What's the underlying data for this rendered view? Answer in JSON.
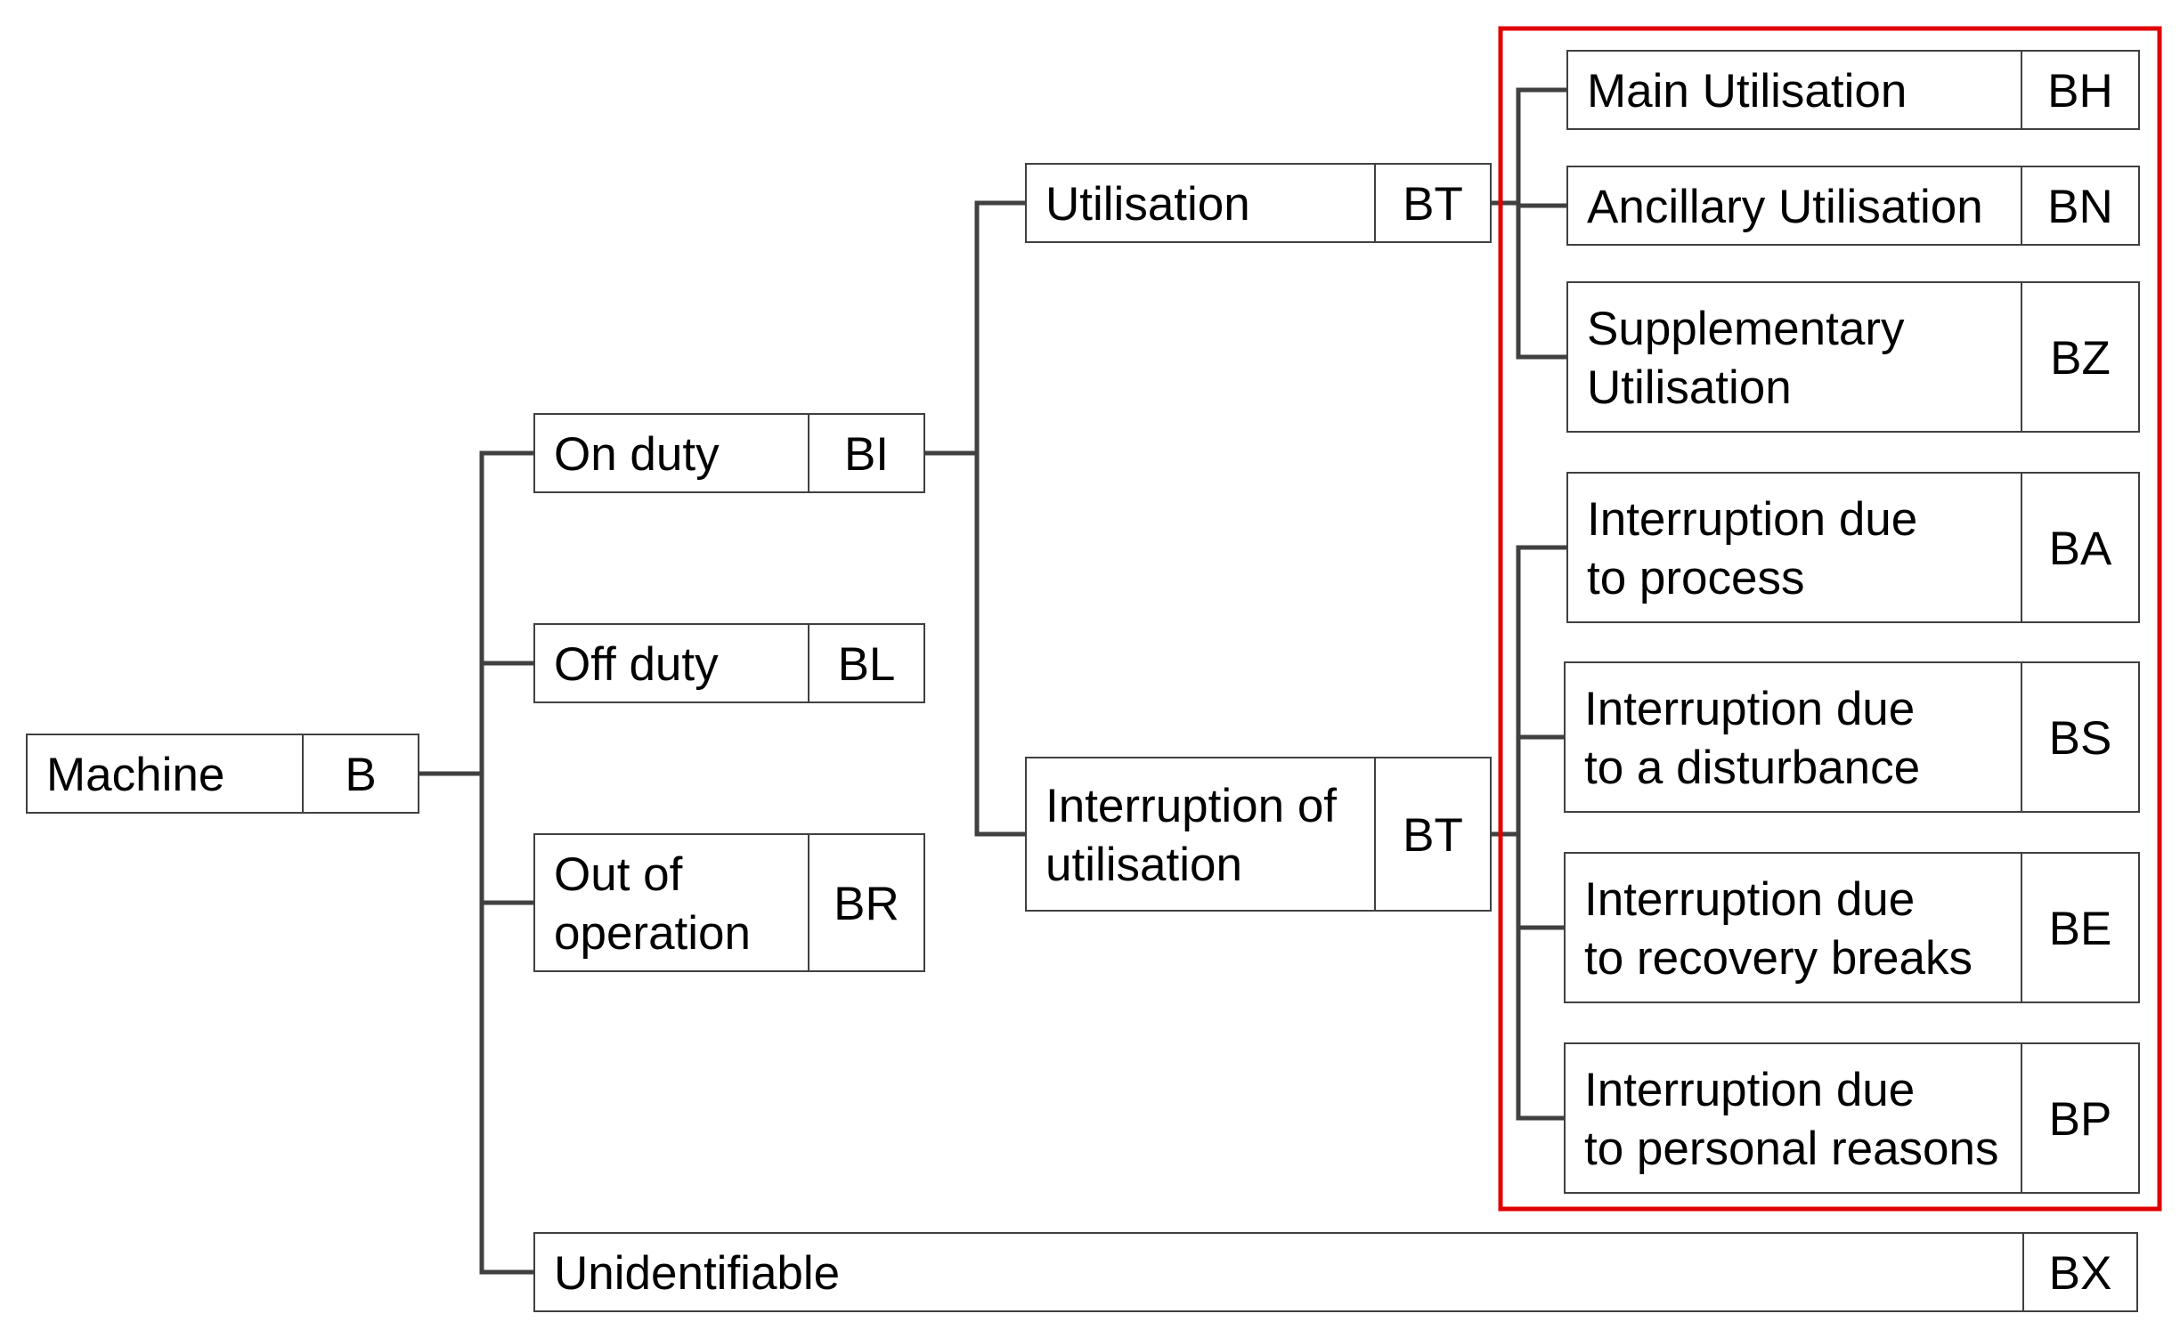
{
  "highlight_color": "#e00000",
  "line_color": "#404040",
  "nodes": [
    {
      "id": "machine",
      "lines": [
        "Machine"
      ],
      "code": "B"
    },
    {
      "id": "on-duty",
      "lines": [
        "On duty"
      ],
      "code": "BI"
    },
    {
      "id": "off-duty",
      "lines": [
        "Off duty"
      ],
      "code": "BL"
    },
    {
      "id": "out-of-operation",
      "lines": [
        "Out of",
        "operation"
      ],
      "code": "BR"
    },
    {
      "id": "unidentifiable",
      "lines": [
        "Unidentifiable"
      ],
      "code": "BX"
    },
    {
      "id": "utilisation",
      "lines": [
        "Utilisation"
      ],
      "code": "BT"
    },
    {
      "id": "interruption-of-utilisation",
      "lines": [
        "Interruption of",
        "utilisation"
      ],
      "code": "BT"
    },
    {
      "id": "main-utilisation",
      "lines": [
        "Main Utilisation"
      ],
      "code": "BH"
    },
    {
      "id": "ancillary-utilisation",
      "lines": [
        "Ancillary Utilisation"
      ],
      "code": "BN"
    },
    {
      "id": "supplementary-utilisation",
      "lines": [
        "Supplementary",
        "Utilisation"
      ],
      "code": "BZ"
    },
    {
      "id": "interruption-process",
      "lines": [
        "Interruption due",
        "to process"
      ],
      "code": "BA"
    },
    {
      "id": "interruption-disturbance",
      "lines": [
        "Interruption due",
        "to a disturbance"
      ],
      "code": "BS"
    },
    {
      "id": "interruption-recovery",
      "lines": [
        "Interruption due",
        "to recovery breaks"
      ],
      "code": "BE"
    },
    {
      "id": "interruption-personal",
      "lines": [
        "Interruption due",
        "to personal reasons"
      ],
      "code": "BP"
    }
  ],
  "edges": [
    {
      "from": "machine",
      "to": "on-duty"
    },
    {
      "from": "machine",
      "to": "off-duty"
    },
    {
      "from": "machine",
      "to": "out-of-operation"
    },
    {
      "from": "machine",
      "to": "unidentifiable"
    },
    {
      "from": "on-duty",
      "to": "utilisation"
    },
    {
      "from": "on-duty",
      "to": "interruption-of-utilisation"
    },
    {
      "from": "utilisation",
      "to": "main-utilisation"
    },
    {
      "from": "utilisation",
      "to": "ancillary-utilisation"
    },
    {
      "from": "utilisation",
      "to": "supplementary-utilisation"
    },
    {
      "from": "interruption-of-utilisation",
      "to": "interruption-process"
    },
    {
      "from": "interruption-of-utilisation",
      "to": "interruption-disturbance"
    },
    {
      "from": "interruption-of-utilisation",
      "to": "interruption-recovery"
    },
    {
      "from": "interruption-of-utilisation",
      "to": "interruption-personal"
    }
  ]
}
